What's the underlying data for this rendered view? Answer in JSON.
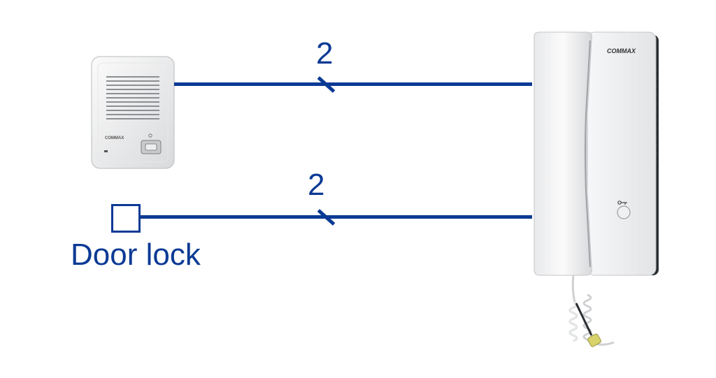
{
  "colors": {
    "wire": "#0b3a94",
    "device_body": "#f2f3f4",
    "device_dark": "#2a2d31"
  },
  "icons": {
    "door_station": "door-station-icon",
    "interphone": "interphone-handset-icon",
    "door_lock": "door-lock-box-icon",
    "key": "key-icon"
  },
  "diagram": {
    "door_station": {
      "brand": "COMMAX"
    },
    "interphone": {
      "brand": "COMMAX"
    },
    "top_wire": {
      "conductor_count": "2"
    },
    "bottom_wire": {
      "conductor_count": "2"
    },
    "door_lock": {
      "label": "Door lock"
    }
  }
}
